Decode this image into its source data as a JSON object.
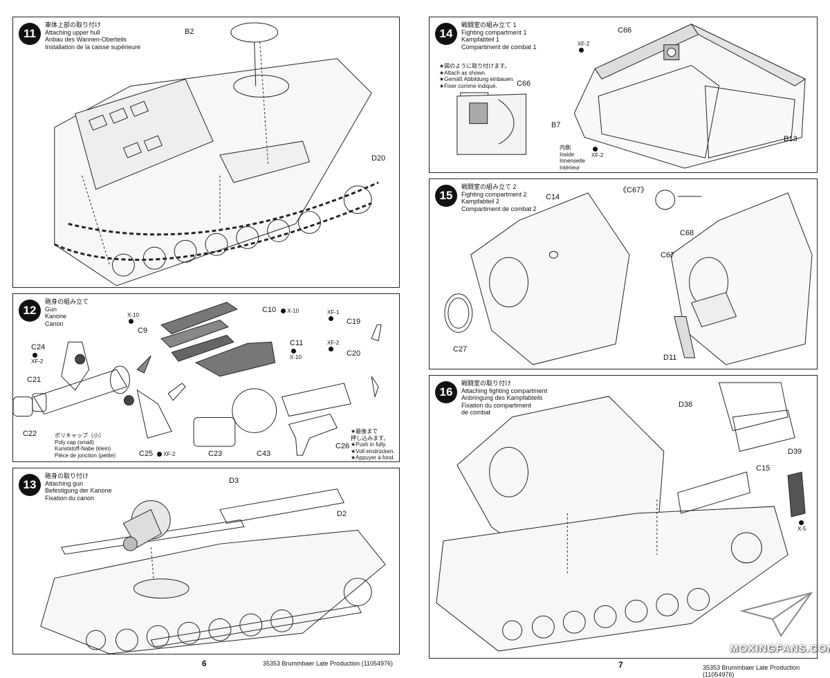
{
  "steps": {
    "s11": {
      "num": "11",
      "lines": [
        "車体上部の取り付け",
        "Attaching upper hull",
        "Anbau des Wannen-Oberteils",
        "Installation de la caisse supérieure"
      ],
      "parts": [
        "B2",
        "D20"
      ]
    },
    "s12": {
      "num": "12",
      "lines": [
        "砲身の組み立て",
        "Gun",
        "Kanone",
        "Canon"
      ],
      "parts": [
        "C10",
        "C9",
        "C11",
        "C24",
        "C21",
        "C22",
        "C25",
        "C23",
        "C43",
        "C26",
        "C19",
        "C20"
      ],
      "paints": {
        "x10a": "X-10",
        "x10b": "X-10",
        "x10c": "X-10",
        "xf2a": "XF-2",
        "xf2b": "XF-2",
        "xf1": "XF-1",
        "xf2c": "XF-2"
      },
      "polycap": [
        "ポリキャップ（小）",
        "Poly cap (small)",
        "Kunststoff-Nabe (klein)",
        "Pièce de jonction (petite)"
      ],
      "push": [
        "★最後まで",
        "押し込みます。",
        "★Push in fully.",
        "★Voll eindrücken.",
        "★Appuyer à fond."
      ]
    },
    "s13": {
      "num": "13",
      "lines": [
        "砲身の取り付け",
        "Attaching gun",
        "Befestigung der Kanone",
        "Fixation du canon"
      ],
      "parts": [
        "D3",
        "D2"
      ]
    },
    "s14": {
      "num": "14",
      "lines": [
        "戦闘室の組み立て 1",
        "Fighting compartment 1",
        "Kampfabteil 1",
        "Compartiment de combat 1"
      ],
      "parts": [
        "C66",
        "C66",
        "B7",
        "B13"
      ],
      "paints": {
        "xf2a": "XF-2",
        "xf2b": "XF-2"
      },
      "attach": [
        "★図のように取り付けます。",
        "★Attach as shown.",
        "★Gemäß Abbildung einbauen.",
        "★Fixer comme indiqué."
      ],
      "inside": [
        "内側",
        "Inside",
        "Innenseite",
        "Intérieur"
      ]
    },
    "s15": {
      "num": "15",
      "lines": [
        "戦闘室の組み立て 2",
        "Fighting compartment 2",
        "Kampfabteil 2",
        "Compartiment de combat 2"
      ],
      "parts": [
        "《C67》",
        "C14",
        "C68",
        "C67",
        "C27",
        "D11"
      ]
    },
    "s16": {
      "num": "16",
      "lines": [
        "戦闘室の取り付け",
        "Attaching fighting compartment",
        "Anbringung des Kampfabteils",
        "Fixation du compartiment",
        "de combat"
      ],
      "parts": [
        "D38",
        "D39",
        "C15"
      ],
      "paints": {
        "x5": "X-5"
      }
    }
  },
  "footer": {
    "page_left": "6",
    "page_right": "7",
    "code_left": "35353  Brummbaer Late Production (11054976)",
    "code_right": "35353  Brummbaer Late Production (11054976)",
    "watermark": "MOXINGFANS.COM"
  }
}
